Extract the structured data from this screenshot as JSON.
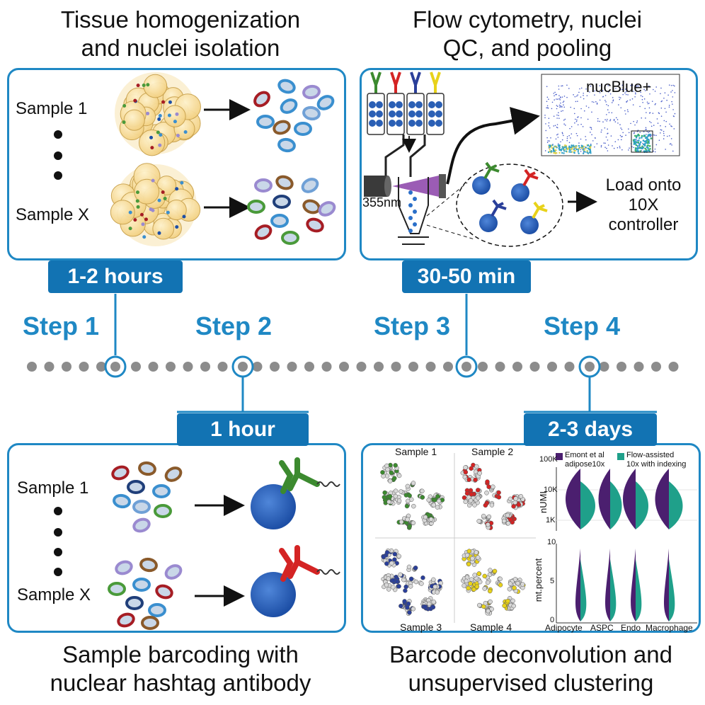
{
  "titles": {
    "step1": "Tissue homogenization\nand nuclei isolation",
    "step3": "Flow cytometry, nuclei\nQC, and pooling",
    "step2": "Sample barcoding with\nnuclear hashtag antibody",
    "step4": "Barcode deconvolution and\nunsupervised clustering"
  },
  "durations": {
    "step1": "1-2 hours",
    "step3": "30-50 min",
    "step2": "1 hour",
    "step4": "2-3 days"
  },
  "steps": [
    "Step 1",
    "Step 2",
    "Step 3",
    "Step 4"
  ],
  "panel1": {
    "sample_a": "Sample 1",
    "sample_b": "Sample X"
  },
  "panel3": {
    "gate_label": "nucBlue+",
    "laser": "355nm",
    "load": "Load onto\n10X\ncontroller"
  },
  "panel2": {
    "sample_a": "Sample 1",
    "sample_b": "Sample X"
  },
  "panel4": {
    "umap_titles": [
      "Sample 1",
      "Sample 2",
      "Sample 3",
      "Sample 4"
    ],
    "legend": [
      "Emont et al\nadipose10x",
      "Flow-assisted\n10x with indexing"
    ],
    "y_top": "nUMI",
    "y_bottom": "mt.percent",
    "y_ticks_top": [
      "100K",
      "10K",
      "1K"
    ],
    "y_ticks_bottom": [
      "10",
      "5",
      "0"
    ],
    "x_labels": [
      "Adipocyte",
      "ASPC",
      "Endo",
      "Macrophage"
    ]
  },
  "colors": {
    "accent": "#1f88c4",
    "tag": "#1273b3",
    "dots": "#8c8c8c",
    "emont": "#4b1f6f",
    "flow": "#1fa08a",
    "nuclei": [
      "#a61d24",
      "#3a8fcf",
      "#8a5a2b",
      "#6fa0d6",
      "#9a8ad0",
      "#4a9a3a",
      "#203f7a"
    ]
  }
}
